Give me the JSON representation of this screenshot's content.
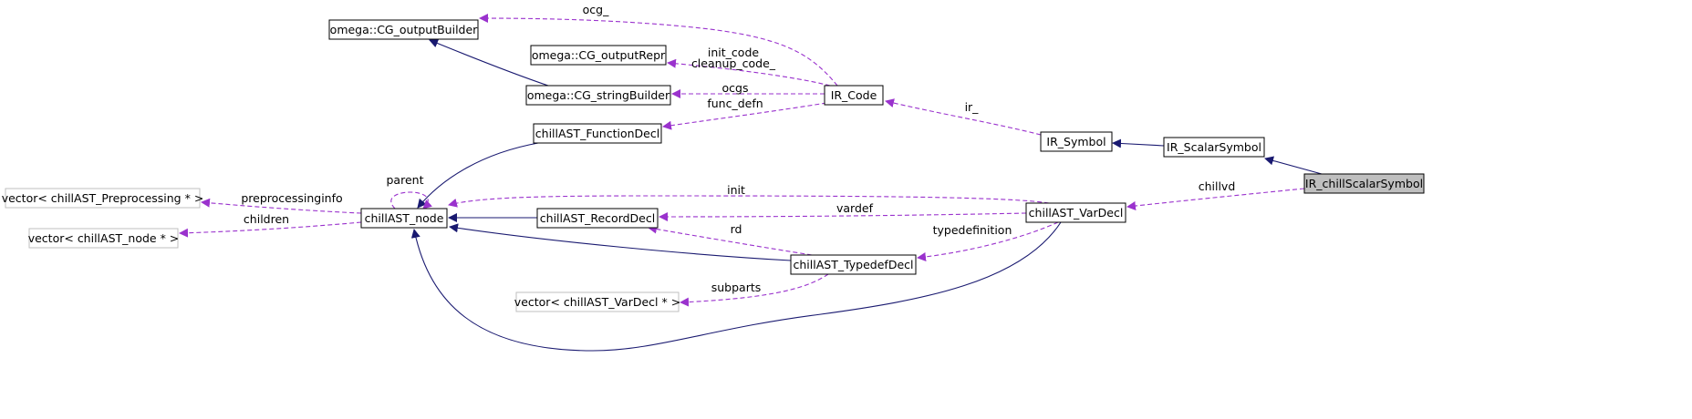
{
  "colors": {
    "inheritance_edge": "#191970",
    "usage_edge": "#9a32cd",
    "node_border": "#000000",
    "external_node_border": "#bfbfbf",
    "highlight_fill": "#bfbfbf",
    "background": "#ffffff"
  },
  "nodes": [
    {
      "id": "IR_chillScalarSymbol",
      "label": "IR_chillScalarSymbol",
      "highlight": true
    },
    {
      "id": "IR_ScalarSymbol",
      "label": "IR_ScalarSymbol"
    },
    {
      "id": "IR_Symbol",
      "label": "IR_Symbol"
    },
    {
      "id": "IR_Code",
      "label": "IR_Code"
    },
    {
      "id": "CG_outputBuilder",
      "label": "omega::CG_outputBuilder"
    },
    {
      "id": "CG_outputRepr",
      "label": "omega::CG_outputRepr"
    },
    {
      "id": "CG_stringBuilder",
      "label": "omega::CG_stringBuilder"
    },
    {
      "id": "FunctionDecl",
      "label": "chillAST_FunctionDecl"
    },
    {
      "id": "node",
      "label": "chillAST_node"
    },
    {
      "id": "RecordDecl",
      "label": "chillAST_RecordDecl"
    },
    {
      "id": "TypedefDecl",
      "label": "chillAST_TypedefDecl"
    },
    {
      "id": "VarDecl",
      "label": "chillAST_VarDecl"
    },
    {
      "id": "vecPreproc",
      "label": "vector< chillAST_Preprocessing * >",
      "external": true
    },
    {
      "id": "vecNode",
      "label": "vector< chillAST_node * >",
      "external": true
    },
    {
      "id": "vecVarDecl",
      "label": "vector< chillAST_VarDecl * >",
      "external": true
    }
  ],
  "edges": [
    {
      "id": "e-inh-chillscalar",
      "from": "IR_chillScalarSymbol",
      "to": "IR_ScalarSymbol",
      "kind": "inheritance",
      "label": ""
    },
    {
      "id": "e-inh-scalar",
      "from": "IR_ScalarSymbol",
      "to": "IR_Symbol",
      "kind": "inheritance",
      "label": ""
    },
    {
      "id": "e-ir",
      "from": "IR_Symbol",
      "to": "IR_Code",
      "kind": "usage",
      "label": "ir_"
    },
    {
      "id": "e-ocg",
      "from": "IR_Code",
      "to": "CG_outputBuilder",
      "kind": "usage",
      "label": "ocg_"
    },
    {
      "id": "e-initcode",
      "from": "IR_Code",
      "to": "CG_outputRepr",
      "kind": "usage",
      "label": "init_code\ncleanup_code_"
    },
    {
      "id": "e-ocgs",
      "from": "IR_Code",
      "to": "CG_stringBuilder",
      "kind": "usage",
      "label": "ocgs"
    },
    {
      "id": "e-funcdefn",
      "from": "IR_Code",
      "to": "FunctionDecl",
      "kind": "usage",
      "label": "func_defn"
    },
    {
      "id": "e-inh-stringbuilder",
      "from": "CG_stringBuilder",
      "to": "CG_outputBuilder",
      "kind": "inheritance",
      "label": ""
    },
    {
      "id": "e-inh-funcdecl",
      "from": "FunctionDecl",
      "to": "node",
      "kind": "inheritance",
      "label": ""
    },
    {
      "id": "e-inh-record",
      "from": "RecordDecl",
      "to": "node",
      "kind": "inheritance",
      "label": ""
    },
    {
      "id": "e-inh-typedef",
      "from": "TypedefDecl",
      "to": "node",
      "kind": "inheritance",
      "label": ""
    },
    {
      "id": "e-inh-vardecl",
      "from": "VarDecl",
      "to": "node",
      "kind": "inheritance",
      "label": ""
    },
    {
      "id": "e-parent",
      "from": "node",
      "to": "node",
      "kind": "usage",
      "label": "parent"
    },
    {
      "id": "e-preproc",
      "from": "node",
      "to": "vecPreproc",
      "kind": "usage",
      "label": "preprocessinginfo"
    },
    {
      "id": "e-children",
      "from": "node",
      "to": "vecNode",
      "kind": "usage",
      "label": "children"
    },
    {
      "id": "e-init",
      "from": "VarDecl",
      "to": "node",
      "kind": "usage",
      "label": "init"
    },
    {
      "id": "e-vardef",
      "from": "VarDecl",
      "to": "RecordDecl",
      "kind": "usage",
      "label": "vardef"
    },
    {
      "id": "e-rd",
      "from": "TypedefDecl",
      "to": "RecordDecl",
      "kind": "usage",
      "label": "rd"
    },
    {
      "id": "e-typedefinition",
      "from": "VarDecl",
      "to": "TypedefDecl",
      "kind": "usage",
      "label": "typedefinition"
    },
    {
      "id": "e-subparts",
      "from": "TypedefDecl",
      "to": "vecVarDecl",
      "kind": "usage",
      "label": "subparts"
    },
    {
      "id": "e-chillvd",
      "from": "IR_chillScalarSymbol",
      "to": "VarDecl",
      "kind": "usage",
      "label": "chillvd"
    }
  ]
}
